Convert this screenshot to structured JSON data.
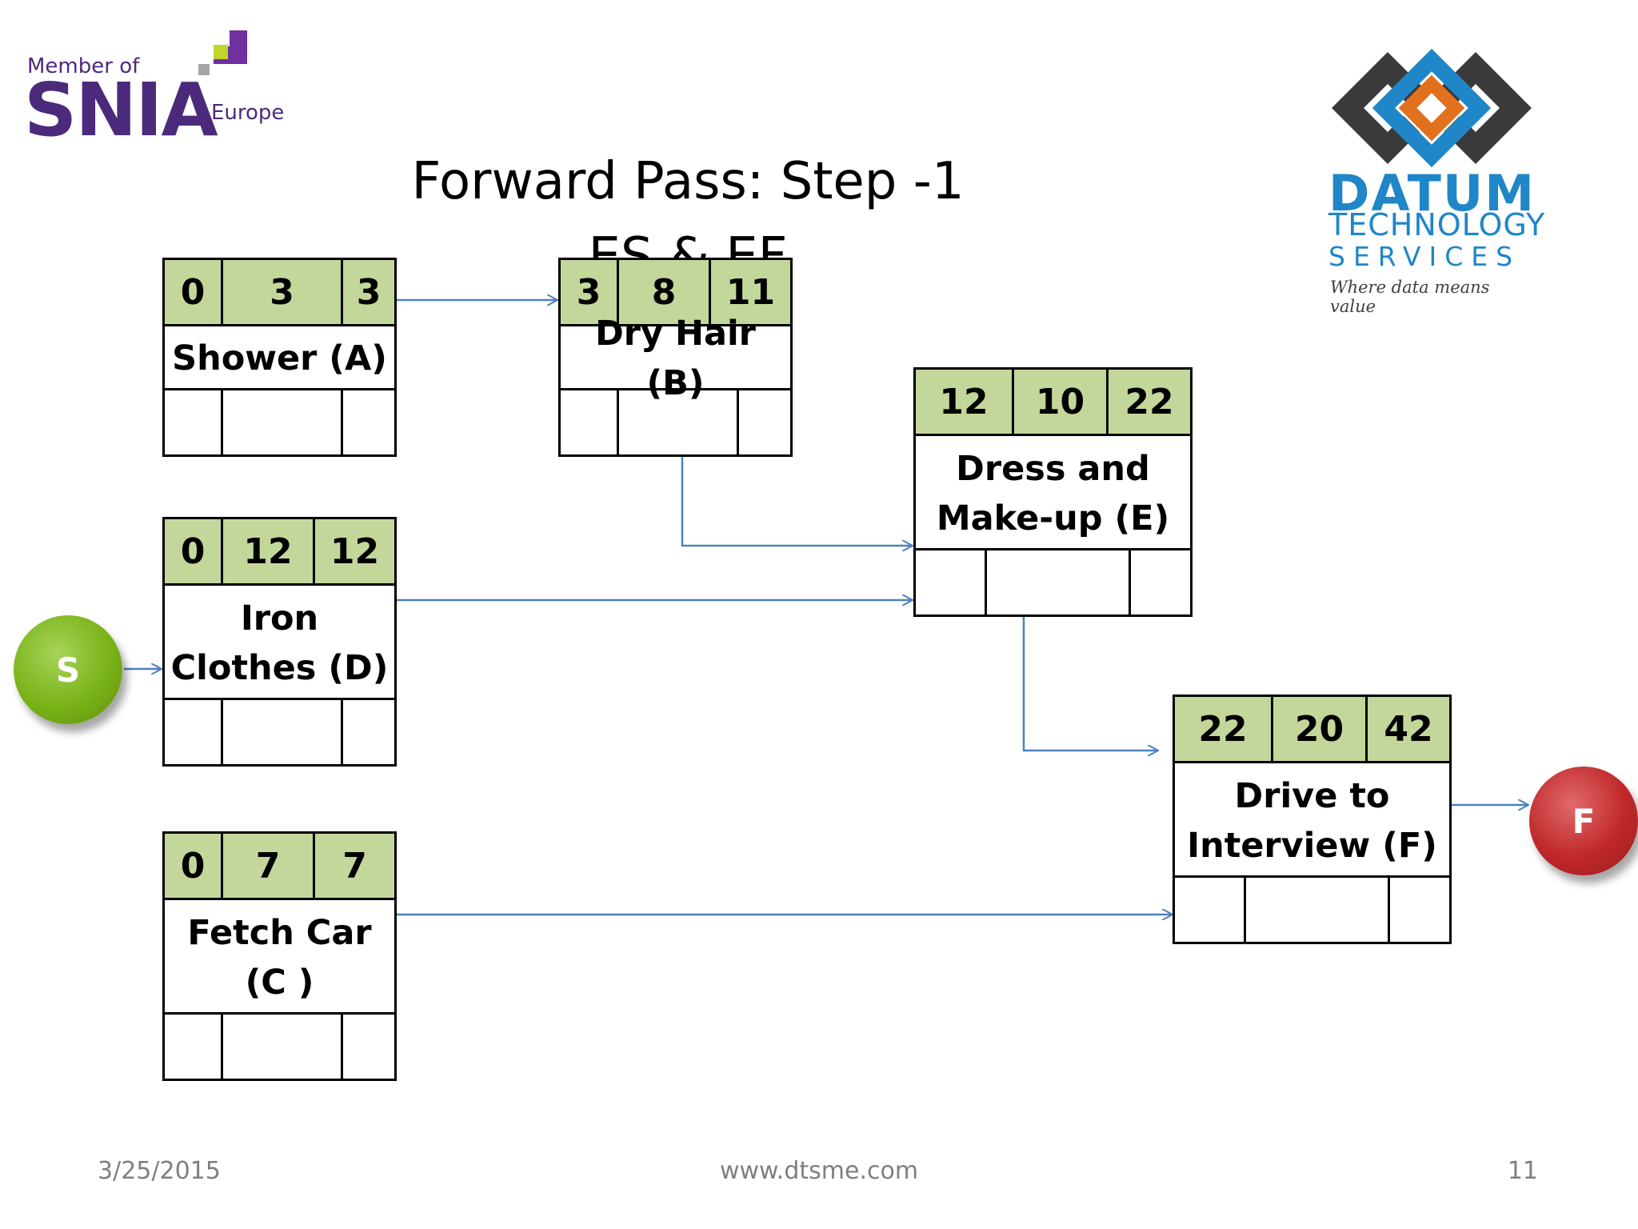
{
  "title": {
    "line1": "Forward Pass: Step -1",
    "line2": "ES & EF"
  },
  "snia_logo": {
    "member_of": "Member of",
    "name": "SNIA",
    "region": "Europe"
  },
  "datum_logo": {
    "name": "DATUM",
    "line2": "TECHNOLOGY",
    "line3": "SERVICES",
    "tagline": "Where data means value"
  },
  "nodes": [
    {
      "id": "A",
      "es": "0",
      "dur": "3",
      "ef": "3",
      "label": "Shower (A)"
    },
    {
      "id": "B",
      "es": "3",
      "dur": "8",
      "ef": "11",
      "label": "Dry Hair (B)"
    },
    {
      "id": "D",
      "es": "0",
      "dur": "12",
      "ef": "12",
      "label_line1": "Iron",
      "label_line2": "Clothes (D)"
    },
    {
      "id": "C",
      "es": "0",
      "dur": "7",
      "ef": "7",
      "label_line1": "Fetch Car",
      "label_line2": "(C )"
    },
    {
      "id": "E",
      "es": "12",
      "dur": "10",
      "ef": "22",
      "label_line1": "Dress and",
      "label_line2": "Make-up (E)"
    },
    {
      "id": "F",
      "es": "22",
      "dur": "20",
      "ef": "42",
      "label_line1": "Drive to",
      "label_line2": "Interview (F)"
    }
  ],
  "start_node": {
    "label": "S",
    "color": "#7ab317"
  },
  "finish_node": {
    "label": "F",
    "color": "#c0282a"
  },
  "colors": {
    "header_fill": "#c4d79b",
    "arrow": "#4f81bd",
    "snia_purple": "#4b2a7b",
    "datum_blue": "#1f86c8",
    "datum_orange": "#e2711d"
  },
  "footer": {
    "date": "3/25/2015",
    "url": "www.dtsme.com",
    "page": "11"
  }
}
